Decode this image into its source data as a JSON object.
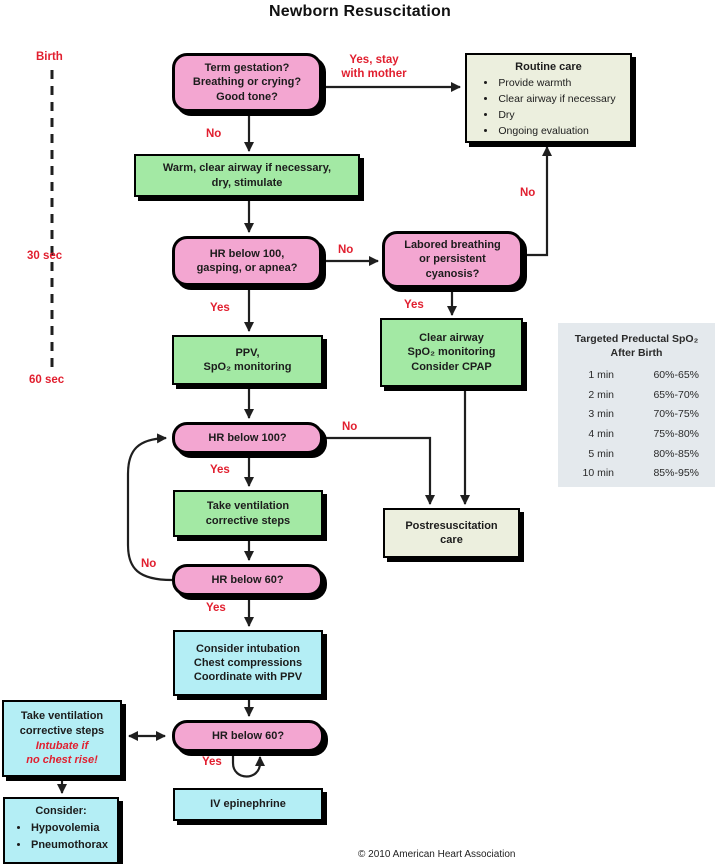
{
  "title": "Newborn Resuscitation",
  "copyright": "© 2010 American Heart Association",
  "timeline": {
    "birth": "Birth",
    "t30": "30 sec",
    "t60": "60 sec"
  },
  "nodes": {
    "assess": "Term gestation?\nBreathing or crying?\nGood tone?",
    "routine_care": {
      "title": "Routine care",
      "items": [
        "Provide warmth",
        "Clear airway if necessary",
        "Dry",
        "Ongoing evaluation"
      ]
    },
    "warm": "Warm, clear airway if necessary,\ndry, stimulate",
    "hr100_gasping": "HR below 100,\ngasping, or apnea?",
    "labored": "Labored breathing\nor persistent\ncyanosis?",
    "ppv": "PPV,\nSpO₂ monitoring",
    "clear_airway": "Clear airway\nSpO₂ monitoring\nConsider CPAP",
    "hr100": "HR below 100?",
    "take_vent": "Take ventilation\ncorrective steps",
    "hr60_1": "HR below 60?",
    "postres": "Postresuscitation\ncare",
    "intubation": "Consider intubation\nChest compressions\nCoordinate with PPV",
    "hr60_2": "HR below 60?",
    "take_vent2": {
      "main": "Take ventilation\ncorrective steps",
      "emph": "Intubate if\nno chest rise!"
    },
    "consider": {
      "title": "Consider:",
      "items": [
        "Hypovolemia",
        "Pneumothorax"
      ]
    },
    "iv_epi": "IV epinephrine"
  },
  "edge_labels": {
    "yes_stay": "Yes, stay\nwith mother",
    "no1": "No",
    "no2": "No",
    "no3": "No",
    "no4": "No",
    "no5": "No",
    "yes2": "Yes",
    "yes3": "Yes",
    "yes4": "Yes",
    "yes5": "Yes",
    "yes6": "Yes"
  },
  "spo2_table": {
    "title": "Targeted Preductal SpO₂\nAfter Birth",
    "rows": [
      {
        "time": "1 min",
        "range": "60%-65%"
      },
      {
        "time": "2 min",
        "range": "65%-70%"
      },
      {
        "time": "3 min",
        "range": "70%-75%"
      },
      {
        "time": "4 min",
        "range": "75%-80%"
      },
      {
        "time": "5 min",
        "range": "80%-85%"
      },
      {
        "time": "10 min",
        "range": "85%-95%"
      }
    ]
  },
  "colors": {
    "pink": "#f3a6d1",
    "green": "#a3e9a4",
    "cyan": "#b4eef5",
    "cream": "#ecefde",
    "table_bg": "#e4e9ed",
    "label_red": "#e11f2f",
    "line": "#1f1f1f"
  }
}
